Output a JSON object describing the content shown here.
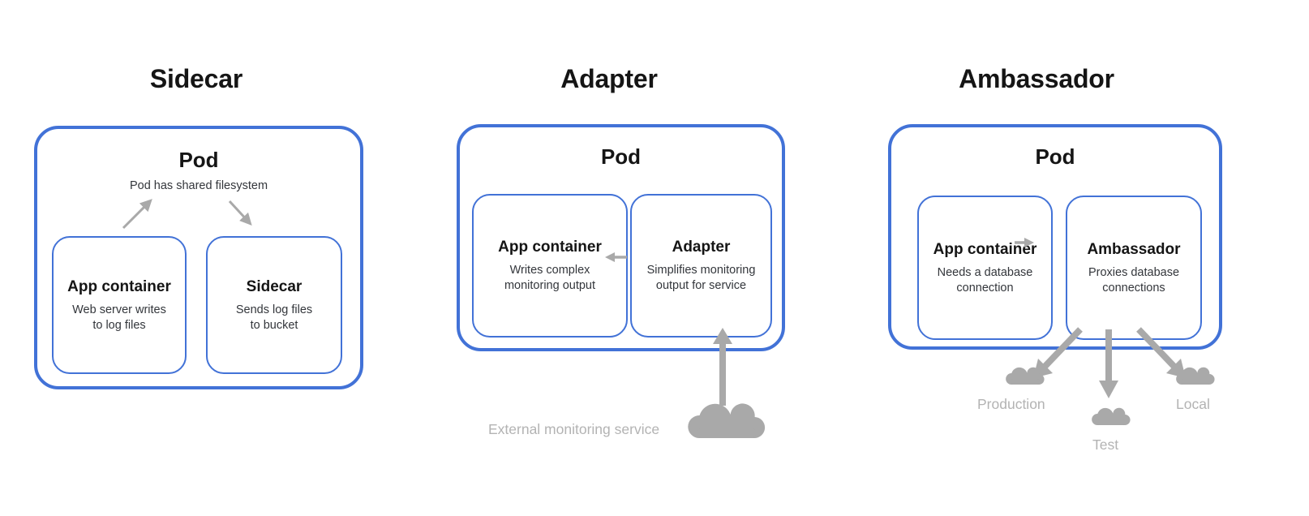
{
  "colors": {
    "pod_border": "#4272d7",
    "container_border": "#4272d7",
    "arrow_gray": "#a9a9a9",
    "cloud_gray": "#a9a9a9",
    "label_gray": "#b3b3b3",
    "heading_text": "#151515",
    "body_text": "#33363b",
    "background": "#ffffff"
  },
  "panels": [
    {
      "id": "sidecar",
      "title": "Sidecar",
      "pod": {
        "label": "Pod",
        "subtitle": "Pod has shared filesystem"
      },
      "containers": [
        {
          "title": "App container",
          "desc_lines": [
            "Web server writes",
            "to log files"
          ]
        },
        {
          "title": "Sidecar",
          "desc_lines": [
            "Sends log files",
            "to bucket"
          ]
        }
      ],
      "arrows": [
        {
          "name": "arrow-app-to-filesystem",
          "direction": "up-right"
        },
        {
          "name": "arrow-filesystem-to-sidecar",
          "direction": "down-right"
        }
      ],
      "external": []
    },
    {
      "id": "adapter",
      "title": "Adapter",
      "pod": {
        "label": "Pod",
        "subtitle": ""
      },
      "containers": [
        {
          "title": "App container",
          "desc_lines": [
            "Writes complex",
            "monitoring output"
          ]
        },
        {
          "title": "Adapter",
          "desc_lines": [
            "Simplifies monitoring",
            "output for service"
          ]
        }
      ],
      "arrows": [
        {
          "name": "arrow-adapter-to-app",
          "direction": "left"
        },
        {
          "name": "arrow-external-to-adapter",
          "direction": "up"
        }
      ],
      "external": [
        {
          "name": "external-monitoring-service",
          "label": "External monitoring service",
          "icon": "cloud-icon"
        }
      ]
    },
    {
      "id": "ambassador",
      "title": "Ambassador",
      "pod": {
        "label": "Pod",
        "subtitle": ""
      },
      "containers": [
        {
          "title": "App container",
          "desc_lines": [
            "Needs a database",
            "connection"
          ]
        },
        {
          "title": "Ambassador",
          "desc_lines": [
            "Proxies database",
            "connections"
          ]
        }
      ],
      "arrows": [
        {
          "name": "arrow-app-to-ambassador",
          "direction": "right"
        },
        {
          "name": "arrow-ambassador-to-production",
          "direction": "down-left"
        },
        {
          "name": "arrow-ambassador-to-test",
          "direction": "down"
        },
        {
          "name": "arrow-ambassador-to-local",
          "direction": "down-right"
        }
      ],
      "external": [
        {
          "name": "cloud-production",
          "label": "Production",
          "icon": "cloud-icon"
        },
        {
          "name": "cloud-test",
          "label": "Test",
          "icon": "cloud-icon"
        },
        {
          "name": "cloud-local",
          "label": "Local",
          "icon": "cloud-icon"
        }
      ]
    }
  ]
}
